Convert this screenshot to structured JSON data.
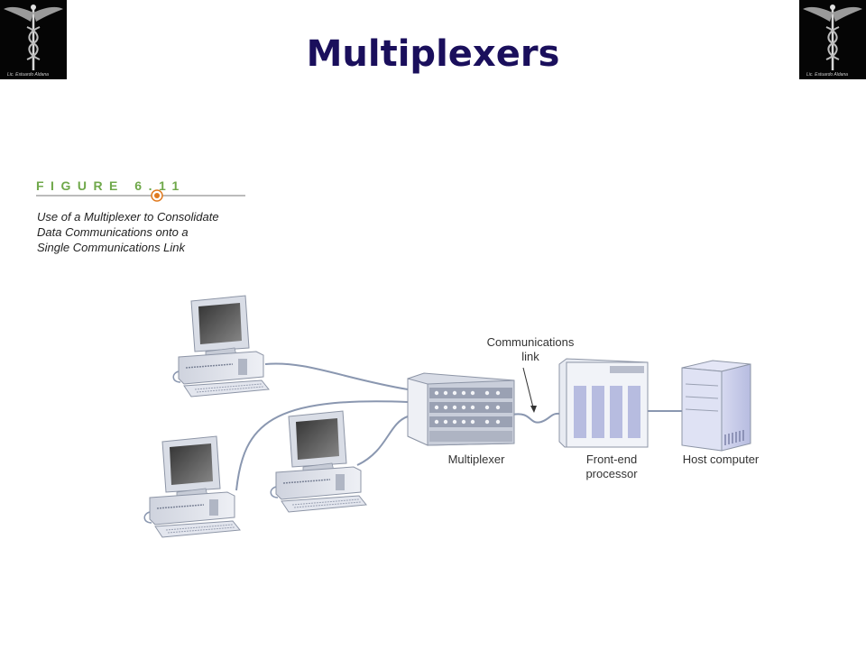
{
  "slide": {
    "title": "Multiplexers",
    "logo_caption": "Lic. Estuardo Aldana"
  },
  "figure": {
    "label": "FIGURE 6.11",
    "caption_lines": [
      "Use of a Multiplexer to Consolidate",
      "Data Communications onto a",
      "Single Communications Link"
    ]
  },
  "diagram": {
    "labels": {
      "comm_link_line1": "Communications",
      "comm_link_line2": "link",
      "multiplexer": "Multiplexer",
      "front_end_line1": "Front-end",
      "front_end_line2": "processor",
      "host": "Host computer"
    }
  },
  "colors": {
    "title": "#1a0f5c",
    "figure_green": "#6fa84a",
    "figure_orange": "#e07a1f",
    "cable": "#8a97b0",
    "device_light": "#e4e7ee",
    "device_mid": "#c7ccd8",
    "device_dark": "#9aa1b3"
  }
}
